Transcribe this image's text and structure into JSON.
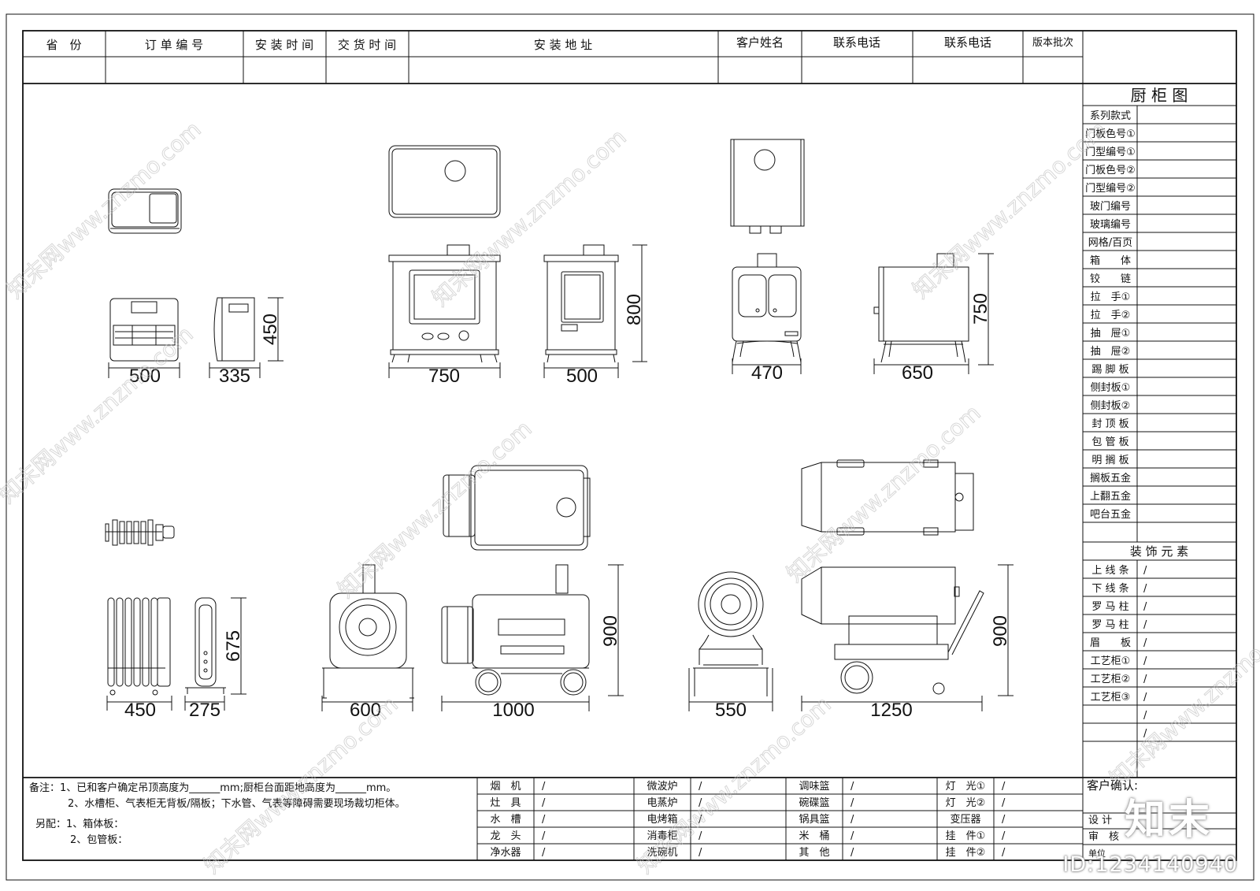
{
  "header": {
    "columns": [
      "省　份",
      "订 单 编 号",
      "安 装 时 间",
      "交 货 时 间",
      "安 装 地 址",
      "客户姓名",
      "联系电话",
      "联系电话",
      "版本批次"
    ]
  },
  "sidebar": {
    "title": "厨 柜 图",
    "rows_a": [
      "系列款式",
      "门板色号①",
      "门型编号①",
      "门板色号②",
      "门型编号②",
      "玻门编号",
      "玻璃编号",
      "网格/百页",
      "箱　　体",
      "铰　　链",
      "拉　手①",
      "拉　手②",
      "抽　屉①",
      "抽　屉②",
      "踢 脚 板",
      "侧封板①",
      "侧封板②",
      "封 顶 板",
      "包 管 板",
      "明 搁 板",
      "搁板五金",
      "上翻五金",
      "吧台五金"
    ],
    "decor_title": "装 饰 元 素",
    "rows_b": [
      "上 线 条",
      "下 线 条",
      "罗 马 柱",
      "罗 马 柱",
      "眉　　板",
      "工艺柜①",
      "工艺柜②",
      "工艺柜③",
      "",
      ""
    ],
    "slash": "/",
    "confirm": "客户确认:",
    "design": "设 计",
    "review": "审　核",
    "unit": "单位"
  },
  "notes": {
    "line1": "备注：1、已和客户确定吊顶高度为______mm;厨柜台面距地高度为______mm。",
    "line2": "2、水槽柜、气表柜无背板/隔板；下水管、气表等障碍需要现场裁切柜体。",
    "line3": "另配：1、箱体板：",
    "line4": "2、包管板："
  },
  "appliances": [
    [
      "烟　机",
      "灶　具",
      "水　槽",
      "龙　头",
      "净水器"
    ],
    [
      "微波炉",
      "电蒸炉",
      "电烤箱",
      "消毒柜",
      "洗碗机"
    ],
    [
      "调味篮",
      "碗碟篮",
      "锅具篮",
      "米　桶",
      "其　他"
    ],
    [
      "灯　光①",
      "灯　光②",
      "变压器",
      "挂　件①",
      "挂　件②"
    ]
  ],
  "dimensions": {
    "heater_small_w": "500",
    "heater_small_d": "335",
    "heater_small_h": "450",
    "stove_a_w": "750",
    "stove_a_d": "500",
    "stove_a_h": "800",
    "stove_b_w": "470",
    "stove_b_d": "650",
    "stove_b_h": "750",
    "radiator_w": "450",
    "radiator_d": "275",
    "radiator_h": "675",
    "blower_a_w": "600",
    "blower_a_l": "1000",
    "blower_a_h": "900",
    "blower_b_w": "550",
    "blower_b_l": "1250",
    "blower_b_h": "900"
  },
  "watermark": {
    "text": "知末网www.znzmo.com",
    "brand": "知末",
    "id": "ID:1234140940"
  }
}
